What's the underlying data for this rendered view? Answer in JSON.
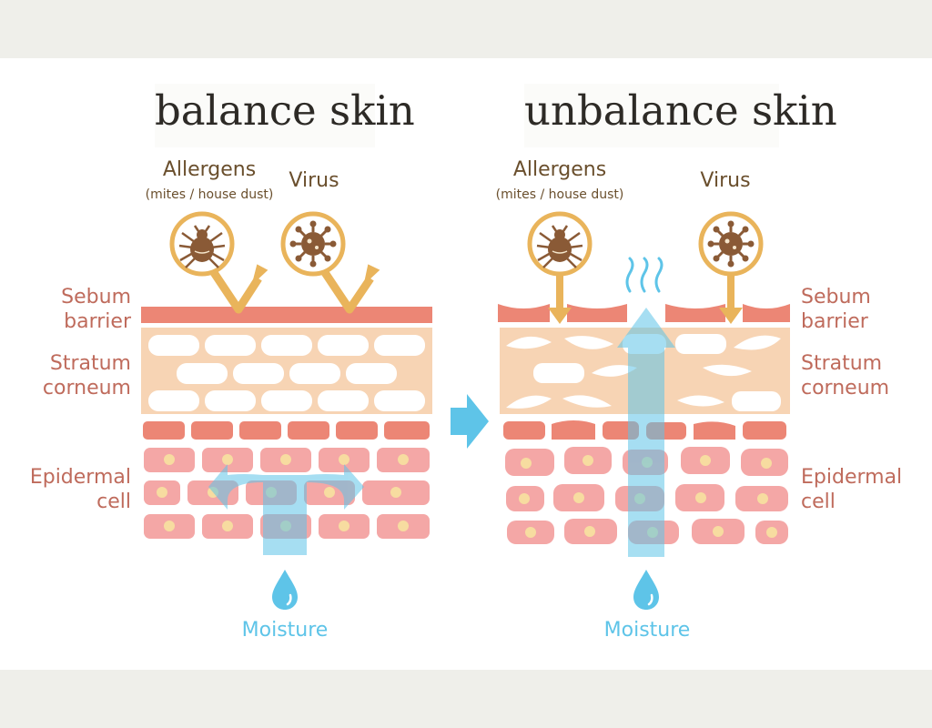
{
  "left": {
    "title": "balance skin",
    "allergens": "Allergens",
    "allergens_sub": "(mites / house dust)",
    "virus": "Virus",
    "sebum": "Sebum\nbarrier",
    "stratum": "Stratum\ncorneum",
    "epidermal": "Epidermal\ncell",
    "moisture": "Moisture"
  },
  "right": {
    "title": "unbalance skin",
    "allergens": "Allergens",
    "allergens_sub": "(mites / house dust)",
    "virus": "Virus",
    "sebum": "Sebum\nbarrier",
    "stratum": "Stratum\ncorneum",
    "epidermal": "Epidermal\ncell",
    "moisture": "Moisture"
  },
  "colors": {
    "sebum": "#ec8675",
    "stratum_bg": "#f7d4b4",
    "cell": "#f4a7a6",
    "nucleus": "#f7dca0",
    "threat_ring": "#e9b45b",
    "threat_icon": "#8a5a36",
    "moisture": "#5ec4e8",
    "arrow": "#5ec4e8"
  }
}
